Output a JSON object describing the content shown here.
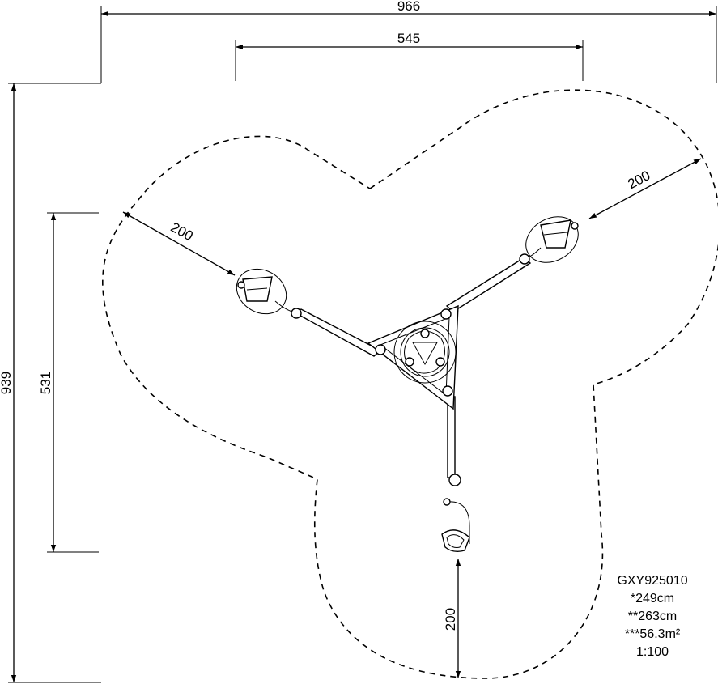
{
  "dimensions": {
    "overall_width": "966",
    "inner_width": "545",
    "overall_height": "939",
    "inner_height": "531",
    "safety_left": "200",
    "safety_right": "200",
    "safety_bottom": "200"
  },
  "info": {
    "code": "GXY925010",
    "height1": "*249cm",
    "height2": "**263cm",
    "area": "***56.3m²",
    "scale": "1:100"
  }
}
